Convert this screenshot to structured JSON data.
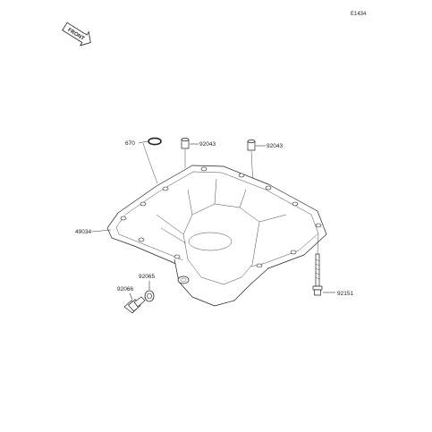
{
  "ref_code": "E1434",
  "front_badge": "FRONT",
  "labels": {
    "p670": "670",
    "p92043a": "92043",
    "p92043b": "92043",
    "p49034": "49034",
    "p92065": "92065",
    "p92066": "92066",
    "p92151": "92151"
  }
}
